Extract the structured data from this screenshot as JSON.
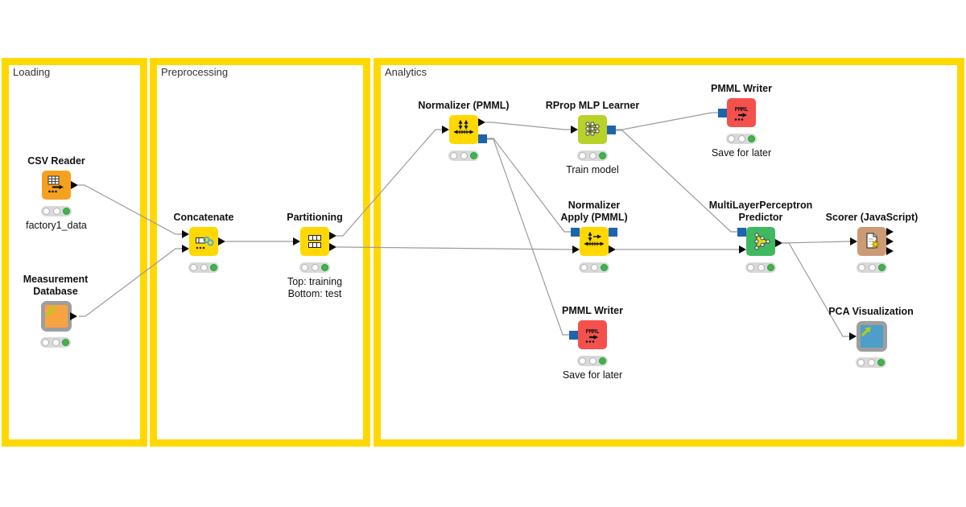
{
  "sections": {
    "loading": {
      "label": "Loading"
    },
    "preprocessing": {
      "label": "Preprocessing"
    },
    "analytics": {
      "label": "Analytics"
    }
  },
  "nodes": {
    "csv_reader": {
      "label": "CSV Reader",
      "sublabel": "factory1_data"
    },
    "measurement_database": {
      "label": "Measurement\nDatabase"
    },
    "concatenate": {
      "label": "Concatenate"
    },
    "partitioning": {
      "label": "Partitioning",
      "sublabel": "Top: training\nBottom: test"
    },
    "normalizer_pmml": {
      "label": "Normalizer (PMML)"
    },
    "rprop_mlp_learner": {
      "label": "RProp MLP Learner",
      "sublabel": "Train model"
    },
    "pmml_writer_top": {
      "label": "PMML Writer",
      "sublabel": "Save for later"
    },
    "normalizer_apply": {
      "label": "Normalizer\nApply (PMML)"
    },
    "pmml_writer_bottom": {
      "label": "PMML Writer",
      "sublabel": "Save for later"
    },
    "mlp_predictor": {
      "label": "MultiLayerPerceptron\nPredictor"
    },
    "scorer_js": {
      "label": "Scorer (JavaScript)"
    },
    "pca_visualization": {
      "label": "PCA Visualization"
    }
  },
  "status": {
    "all_nodes": "executed (green traffic light)"
  },
  "colors": {
    "annotation_border": "#FFD800",
    "node_yellow": "#FFD800",
    "source_orange": "#F6A11E",
    "learner_lime": "#B8D228",
    "predictor_green": "#3FB960",
    "writer_red": "#F4514D",
    "scorer_tan": "#CC9B76",
    "component_blue": "#4D9EC9",
    "component_border_gray": "#9E9E9E",
    "pmml_port_blue": "#1E64AD",
    "traffic_green": "#3EB54A",
    "wire_gray": "#9B9B9B"
  }
}
